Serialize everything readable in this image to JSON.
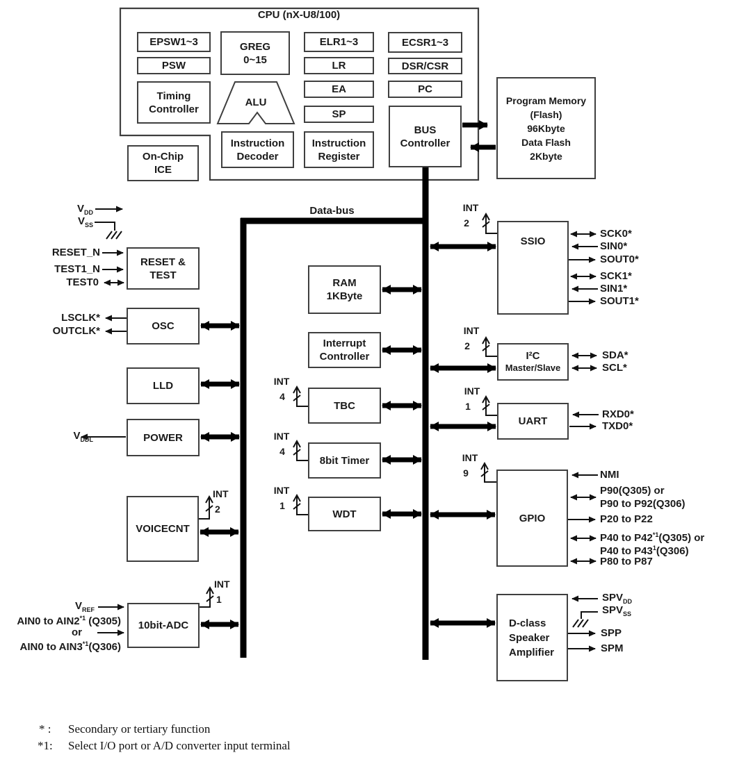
{
  "diagram": {
    "cpu": {
      "title": "CPU (nX-U8/100)",
      "epsw": "EPSW1~3",
      "psw": "PSW",
      "timing": [
        "Timing",
        "Controller"
      ],
      "greg": [
        "GREG",
        "0~15"
      ],
      "alu": "ALU",
      "instruction_decoder": [
        "Instruction",
        "Decoder"
      ],
      "elr": "ELR1~3",
      "lr": "LR",
      "ea": "EA",
      "sp": "SP",
      "instruction_register": [
        "Instruction",
        "Register"
      ],
      "ecsr": "ECSR1~3",
      "dsr_csr": "DSR/CSR",
      "pc": "PC",
      "bus_controller": [
        "BUS",
        "Controller"
      ],
      "on_chip_ice": [
        "On-Chip",
        "ICE"
      ]
    },
    "program_memory": [
      "Program Memory",
      "(Flash)",
      "96Kbyte",
      "Data Flash",
      "2Kbyte"
    ],
    "data_bus_label": "Data-bus",
    "int_label": "INT",
    "left": {
      "vdd": [
        {
          "t": "V"
        },
        {
          "sub": "DD"
        }
      ],
      "vss": [
        {
          "t": "V"
        },
        {
          "sub": "SS"
        }
      ],
      "reset_n": "RESET_N",
      "test1_n": "TEST1_N",
      "test0": "TEST0",
      "reset_test": [
        "RESET &",
        "TEST"
      ],
      "osc": "OSC",
      "lsclk": "LSCLK*",
      "outclk": "OUTCLK*",
      "lld": "LLD",
      "power": "POWER",
      "vddl": [
        {
          "t": "V"
        },
        {
          "sub": "DDL"
        }
      ],
      "voicecnt": "VOICECNT",
      "voicecnt_int_count": "2",
      "adc": "10bit-ADC",
      "adc_int_count": "1",
      "vref": [
        {
          "t": "V"
        },
        {
          "sub": "REF"
        }
      ],
      "ain_line1": [
        {
          "t": "AIN0 to AIN2"
        },
        {
          "sup": "*1"
        },
        {
          "t": " (Q305)"
        }
      ],
      "ain_line2": "or",
      "ain_line3": [
        {
          "t": "AIN0 to AIN3"
        },
        {
          "sup": "*1"
        },
        {
          "t": "(Q306)"
        }
      ]
    },
    "middle": {
      "ram": [
        "RAM",
        "1KByte"
      ],
      "interrupt_controller": [
        "Interrupt",
        "Controller"
      ],
      "tbc": "TBC",
      "tbc_int_count": "4",
      "timer8": "8bit Timer",
      "timer8_int_count": "4",
      "wdt": "WDT",
      "wdt_int_count": "1"
    },
    "right": {
      "ssio": "SSIO",
      "ssio_int_count": "2",
      "sck0": "SCK0*",
      "sin0": "SIN0*",
      "sout0": "SOUT0*",
      "sck1": "SCK1*",
      "sin1": "SIN1*",
      "sout1": "SOUT1*",
      "i2c": [
        "I²C",
        "Master/Slave"
      ],
      "i2c_int_count": "2",
      "sda": "SDA*",
      "scl": "SCL*",
      "uart": "UART",
      "uart_int_count": "1",
      "rxd0": "RXD0*",
      "txd0": "TXD0*",
      "gpio": "GPIO",
      "gpio_int_count": "9",
      "nmi": "NMI",
      "p90_1": "P90(Q305) or",
      "p90_2": "P90 to P92(Q306)",
      "p20": "P20 to P22",
      "p40_1": [
        {
          "t": "P40 to P42"
        },
        {
          "sup": "*1"
        },
        {
          "t": "(Q305) or"
        }
      ],
      "p40_2": [
        {
          "t": "P40 to P43"
        },
        {
          "sup": "1"
        },
        {
          "t": "(Q306)"
        }
      ],
      "p80": "P80 to P87",
      "dclass": [
        "D-class",
        "Speaker",
        "Amplifier"
      ],
      "spvdd": [
        {
          "t": "SPV"
        },
        {
          "sub": "DD"
        }
      ],
      "spvss": [
        {
          "t": "SPV"
        },
        {
          "sub": "SS"
        }
      ],
      "spp": "SPP",
      "spm": "SPM"
    },
    "footnotes": [
      {
        "marker": "* :",
        "text": "Secondary or tertiary function"
      },
      {
        "marker": "*1:",
        "text": "Select I/O port or A/D converter input terminal"
      }
    ]
  }
}
